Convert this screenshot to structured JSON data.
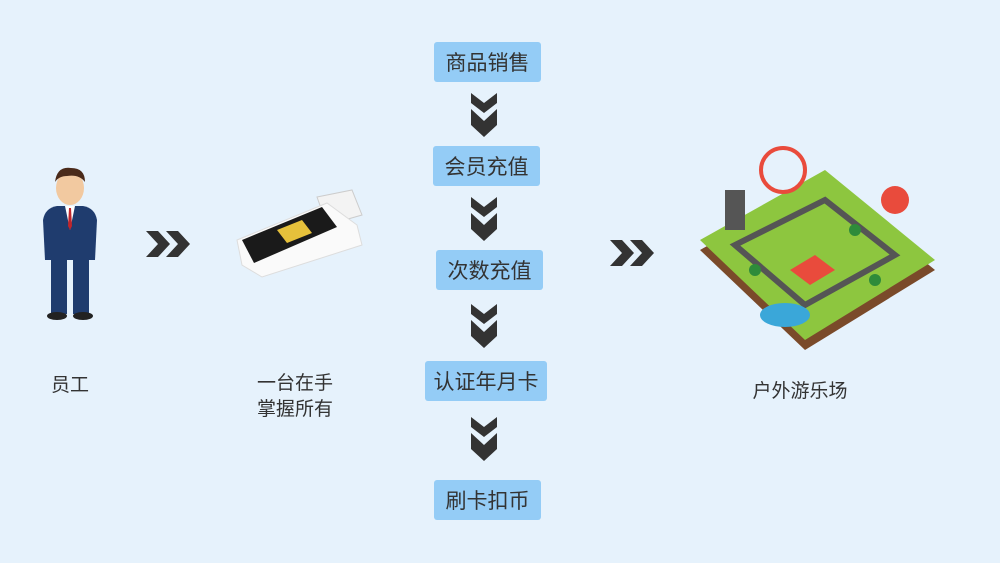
{
  "left": {
    "employee_label": "员工",
    "device_label_line1": "一台在手",
    "device_label_line2": "掌握所有"
  },
  "steps": [
    "商品销售",
    "会员充值",
    "次数充值",
    "认证年月卡",
    "刷卡扣币"
  ],
  "right": {
    "park_label": "户外游乐场"
  },
  "colors": {
    "box": "#94ccf6",
    "background": "#e6f2fc",
    "arrow": "#333333"
  }
}
